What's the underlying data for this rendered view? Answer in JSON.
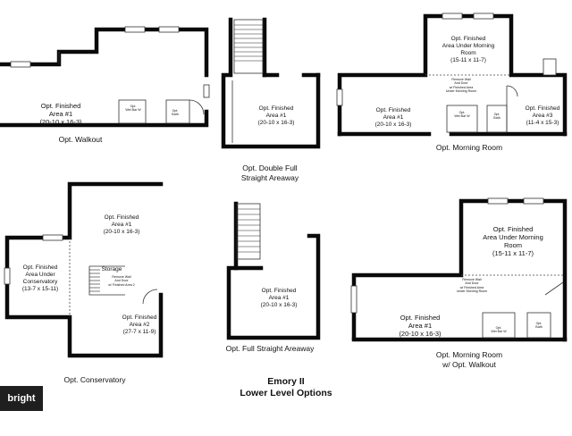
{
  "plans": {
    "walkout": {
      "room": [
        "Opt. Finished",
        "Area #1",
        "(20-10 x 16-3)"
      ],
      "fixtures": [
        "Opt.",
        "Wet Bar W",
        "Opt.",
        "Bath"
      ],
      "caption": "Opt. Walkout"
    },
    "double_areaway": {
      "room": [
        "Opt. Finished",
        "Area #1",
        "(20-10 x 16-3)"
      ],
      "caption": [
        "Opt. Double Full",
        "Straight Areaway"
      ]
    },
    "morning_room": {
      "upper": [
        "Opt. Finished",
        "Area Under Morning",
        "Room",
        "(15-11 x 11-7)"
      ],
      "note": [
        "Remove Wall",
        "And Door",
        "w/ Finished Area",
        "Under Morning Room"
      ],
      "area1": [
        "Opt. Finished",
        "Area #1",
        "(20-10 x 16-3)"
      ],
      "area3": [
        "Opt. Finished",
        "Area #3",
        "(11-4 x 15-3)"
      ],
      "fixtures": [
        "Opt.",
        "Wet Bar W",
        "Opt.",
        "Bath"
      ],
      "caption": "Opt. Morning Room"
    },
    "conservatory": {
      "area1": [
        "Opt. Finished",
        "Area #1",
        "(20-10 x 16-3)"
      ],
      "cons": [
        "Opt. Finished",
        "Area Under",
        "Conservatory",
        "(13-7 x 15-11)"
      ],
      "storage": "Storage",
      "note": [
        "Remove Wall",
        "And Door",
        "w/ Finished Area 2"
      ],
      "area2": [
        "Opt. Finished",
        "Area #2",
        "(27-7 x 11-9)"
      ],
      "caption": "Opt. Conservatory"
    },
    "full_areaway": {
      "room": [
        "Opt. Finished",
        "Area #1",
        "(20-10 x 16-3)"
      ],
      "caption": "Opt. Full Straight Areaway"
    },
    "morning_walkout": {
      "upper": [
        "Opt. Finished",
        "Area Under Morning",
        "Room",
        "(15-11 x 11-7)"
      ],
      "note": [
        "Remove Wall",
        "And Door",
        "w/ Finished Area",
        "Under Morning Room"
      ],
      "area1": [
        "Opt. Finished",
        "Area #1",
        "(20-10 x 16-3)"
      ],
      "fixtures": [
        "Opt.",
        "Wet Bar W",
        "Opt.",
        "Bath"
      ],
      "caption": [
        "Opt. Morning Room",
        "w/ Opt. Walkout"
      ]
    }
  },
  "title": [
    "Emory II",
    "Lower Level Options"
  ],
  "watermark": "bright MLS"
}
